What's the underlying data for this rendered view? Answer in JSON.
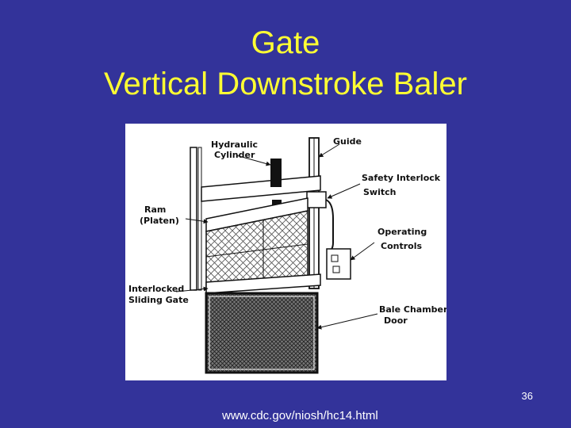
{
  "slide": {
    "title_line1": "Gate",
    "title_line2": "Vertical Downstroke Baler",
    "slide_number": "36",
    "source_url": "www.cdc.gov/niosh/hc14.html"
  },
  "diagram": {
    "labels": {
      "hydraulic_cylinder_1": "Hydraulic",
      "hydraulic_cylinder_2": "Cylinder",
      "guide": "Guide",
      "safety_interlock_1": "Safety Interlock",
      "safety_interlock_2": "Switch",
      "ram_1": "Ram",
      "ram_2": "(Platen)",
      "operating_controls_1": "Operating",
      "operating_controls_2": "Controls",
      "sliding_gate_1": "Interlocked",
      "sliding_gate_2": "Sliding Gate",
      "bale_door_1": "Bale Chamber",
      "bale_door_2": "Door"
    }
  },
  "colors": {
    "background": "#33339a",
    "title": "#ffff33",
    "footer_text": "#ffffff"
  }
}
